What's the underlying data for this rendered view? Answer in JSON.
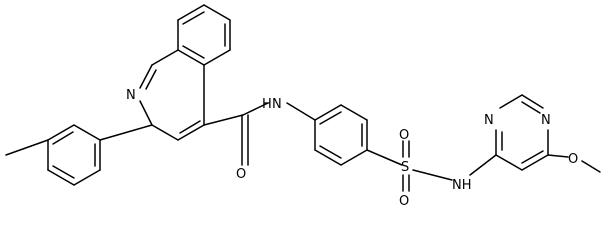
{
  "molecule": {
    "atom_labels": {
      "quinoline_n": "N",
      "amide_nh": "H",
      "amide_n": "N",
      "amide_o": "O",
      "sulfonyl_s": "S",
      "sulfonyl_o_top": "O",
      "sulfonyl_o_bottom": "O",
      "sulfonamide_nh": "NH",
      "pyrimidine_n1": "N",
      "pyrimidine_n3": "N",
      "ether_o": "O"
    }
  },
  "colors": {
    "bond": "#000000",
    "label": "#000000",
    "background": "#ffffff"
  }
}
